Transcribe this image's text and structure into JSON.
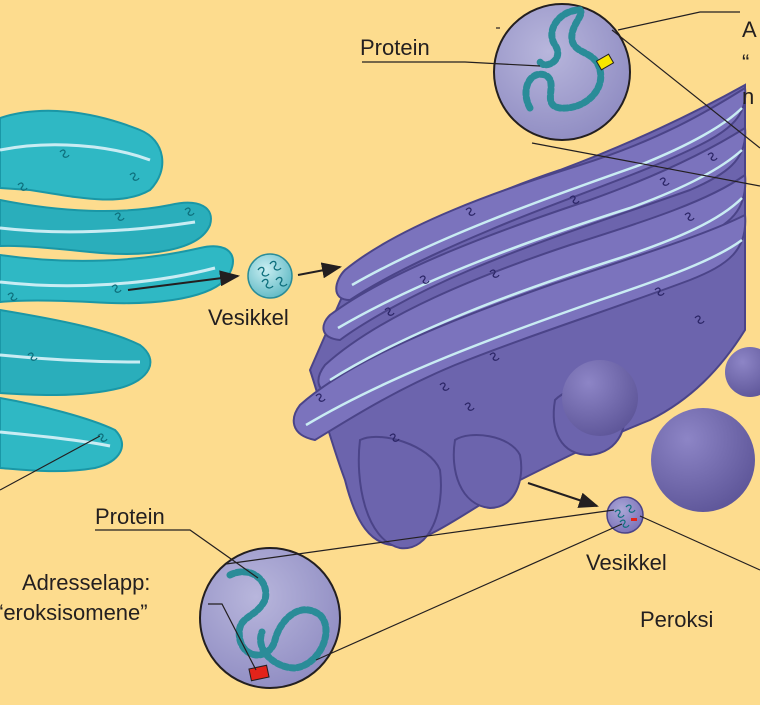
{
  "colors": {
    "background": "#fddc8e",
    "er_fill": "#2fb8c4",
    "er_dark": "#1a97a6",
    "golgi_fill": "#7a71b8",
    "golgi_dark": "#5a519a",
    "golgi_light": "#9c95cf",
    "lumen_line": "#c9ecf3",
    "zoom_fill": "#9c9acb",
    "protein_bead": "#5fc6d5",
    "tag_yellow": "#f7e600",
    "tag_red": "#e2231a",
    "line": "#231f20"
  },
  "labels": {
    "protein_top": "Protein",
    "vesicle_left": "Vesikkel",
    "protein_bottom": "Protein",
    "address_tag_line1": "Adresselapp:",
    "address_tag_line2": "“eroksisomene”",
    "vesicle_right": "Vesikkel",
    "peroxisome_partial": "Peroksi",
    "top_right_line1": "A",
    "top_right_line2": "“",
    "top_right_line3": "n"
  }
}
